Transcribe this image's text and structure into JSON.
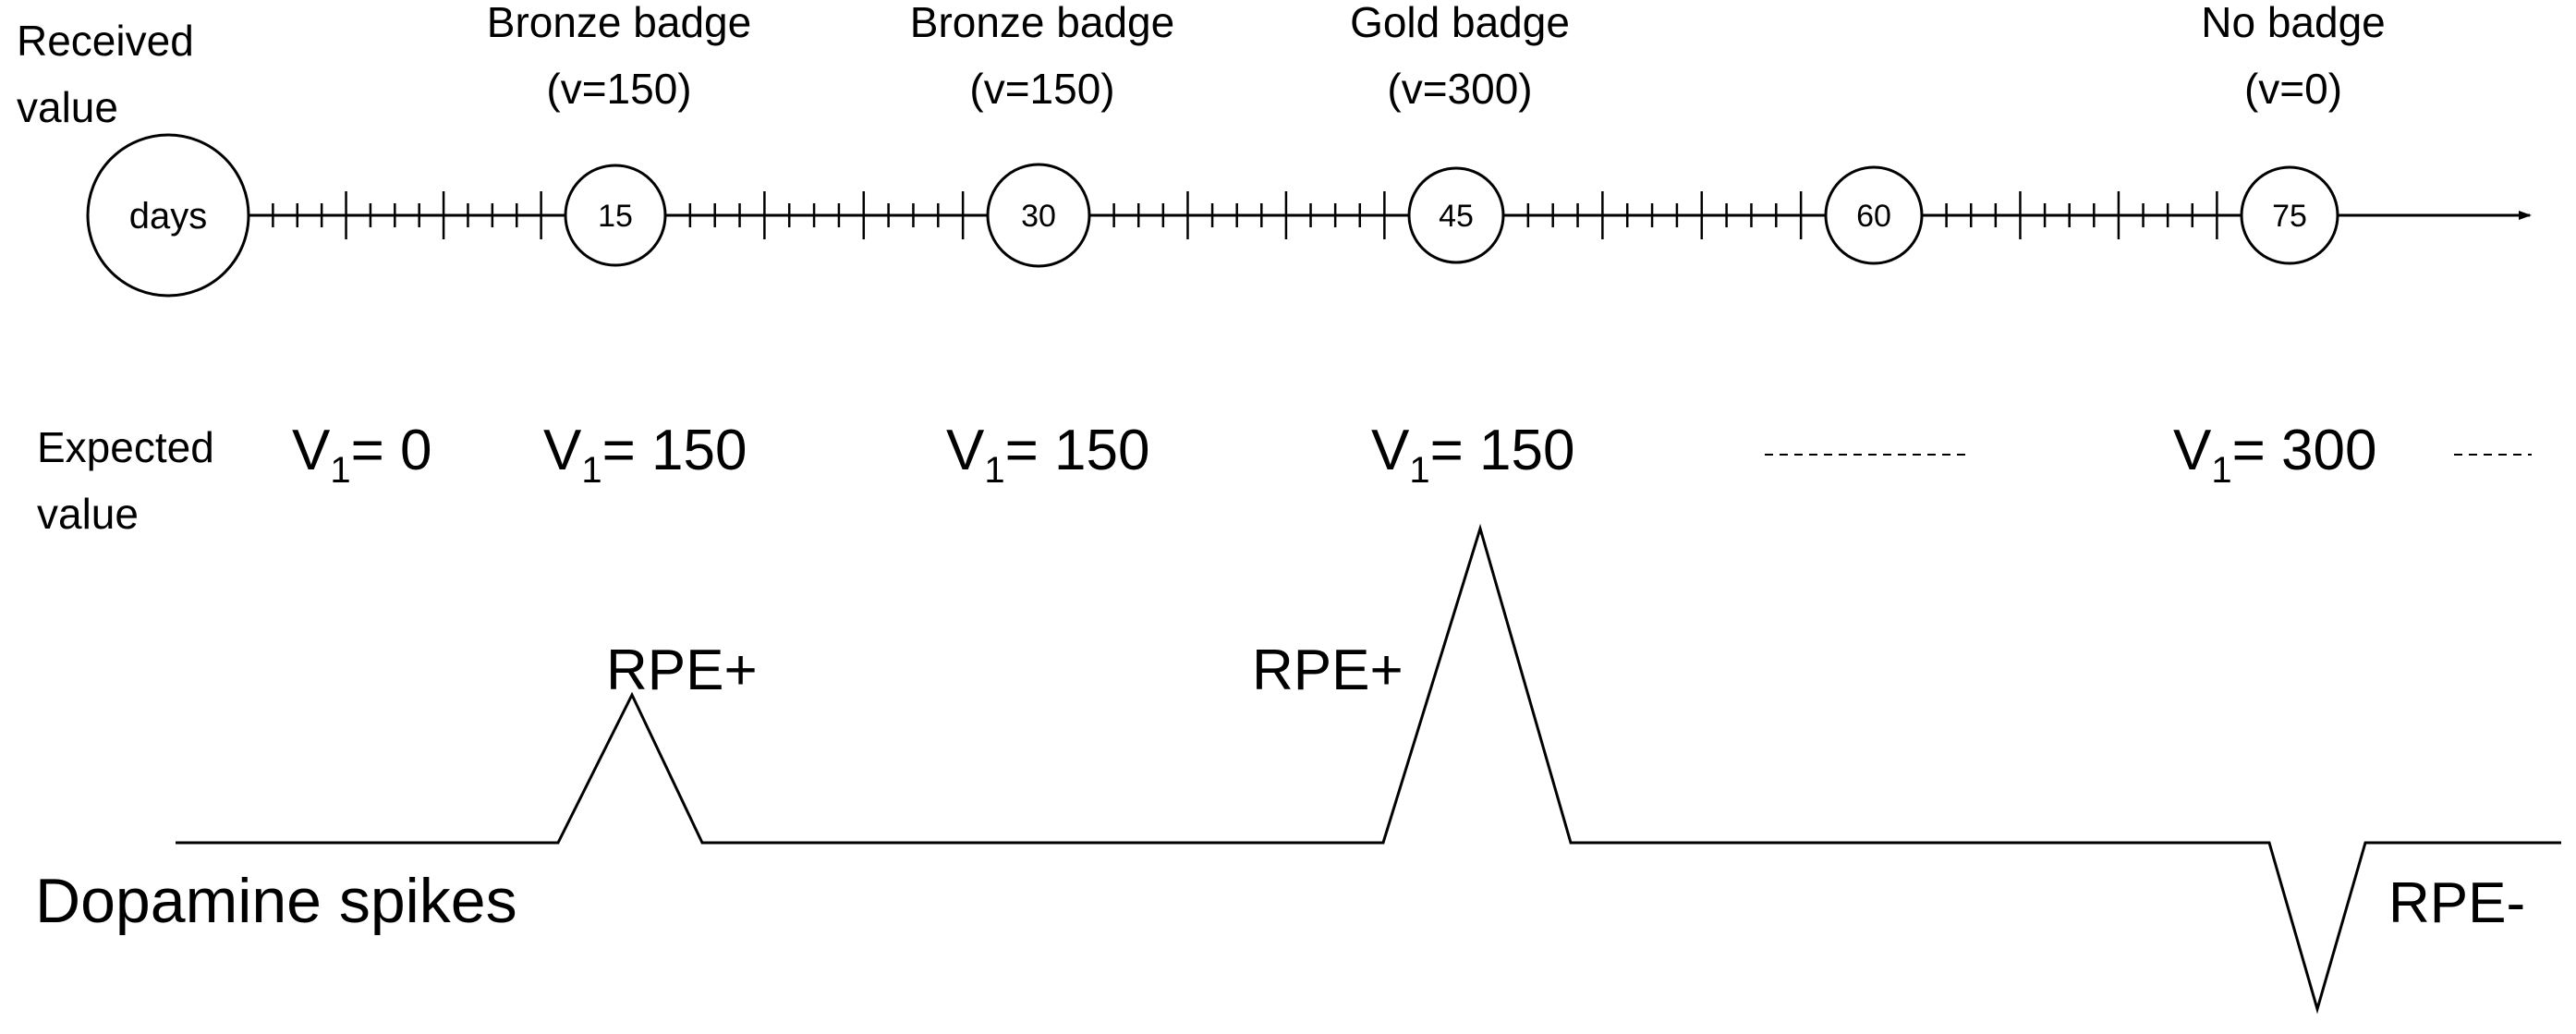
{
  "received_label": [
    "Received",
    "value"
  ],
  "expected_label": [
    "Expected",
    "value"
  ],
  "dopamine_label": "Dopamine spikes",
  "timeline": {
    "start": "days",
    "milestones": [
      {
        "day": "15",
        "badge": "Bronze badge",
        "value": "(v=150)"
      },
      {
        "day": "30",
        "badge": "Bronze badge",
        "value": "(v=150)"
      },
      {
        "day": "45",
        "badge": "Gold badge",
        "value": "(v=300)"
      },
      {
        "day": "60",
        "badge": "",
        "value": ""
      },
      {
        "day": "75",
        "badge": "No badge",
        "value": "(v=0)"
      }
    ]
  },
  "expected_values": [
    {
      "var": "V",
      "sub": "1",
      "value": "= 0"
    },
    {
      "var": "V",
      "sub": "1",
      "value": "= 150"
    },
    {
      "var": "V",
      "sub": "1",
      "value": "= 150"
    },
    {
      "var": "V",
      "sub": "1",
      "value": "= 150"
    },
    {
      "var": "V",
      "sub": "1",
      "value": "= 300"
    }
  ],
  "rpe_labels": [
    "RPE+",
    "RPE+",
    "RPE-"
  ]
}
